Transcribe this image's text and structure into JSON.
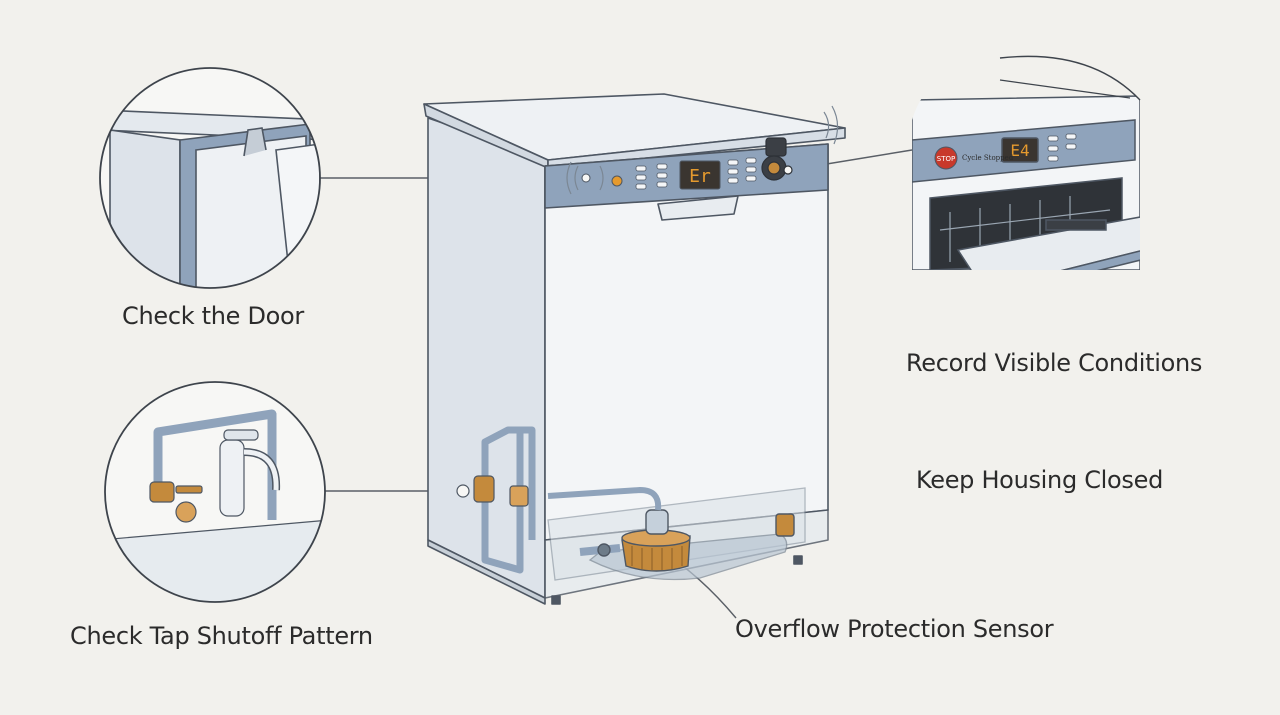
{
  "labels": {
    "door": "Check the Door",
    "tap": "Check Tap Shutoff Pattern",
    "record": "Record Visible Conditions",
    "housing": "Keep Housing Closed",
    "overflow": "Overflow Protection Sensor"
  },
  "display": {
    "main_code": "Er",
    "inset_code": "E4",
    "stop_sign": "STOP",
    "inset_status": "Cycle Stopped"
  },
  "colors": {
    "background": "#f2f1ed",
    "panel_blue": "#8fa3bb",
    "outline": "#4e5763",
    "brass": "#c48a3c",
    "stop_red": "#c8392b",
    "indicator": "#e59a2e"
  }
}
